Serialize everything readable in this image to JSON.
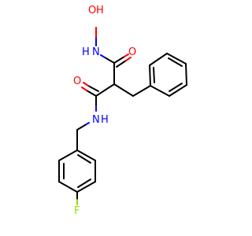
{
  "colors": {
    "background": "#ffffff",
    "carbon_bond": "#000000",
    "oxygen": "#ff0000",
    "nitrogen": "#0000ff",
    "fluorine": "#90e000",
    "hydrogen_label": "#0000ff"
  },
  "atoms": {
    "hydroxyl_oxygen": "O",
    "hydroxyl_hydrogen": "H",
    "hydroxamic_nitrogen": "N",
    "hydroxamic_n_hydrogen": "H",
    "upper_carbonyl_oxygen": "O",
    "lower_carbonyl_oxygen": "O",
    "amide_nitrogen": "N",
    "amide_n_hydrogen": "H",
    "fluorine": "F"
  }
}
